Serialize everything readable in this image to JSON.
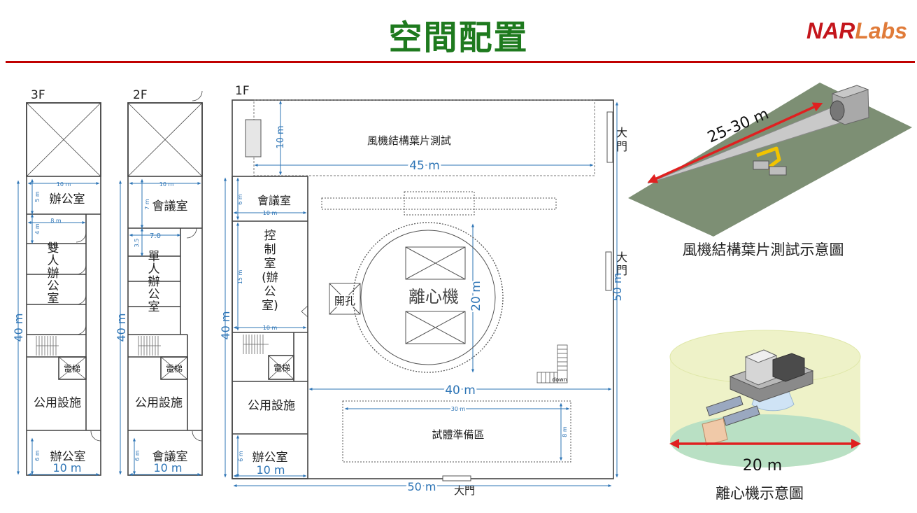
{
  "header": {
    "title": "空間配置",
    "logo_nar": "NAR",
    "logo_labs": "Labs"
  },
  "colors": {
    "title": "#1e7a1e",
    "rule": "#c00000",
    "dimension": "#2e75b6",
    "wall": "#444444",
    "red_arrow": "#e02020",
    "yellow": "#f2c400",
    "ground": "#7d8f74",
    "pit_green": "#b9e0c4"
  },
  "floor3": {
    "label": "3F",
    "office_top": "辦公室",
    "dual_office": [
      "雙",
      "人",
      "辦",
      "公",
      "室"
    ],
    "elevator": "電梯",
    "facilities": "公用設施",
    "office_bottom": "辦公室",
    "dim_height": "40 m",
    "dim_width": "10 m",
    "dim_top": "10 m",
    "dim_5m": "5 m",
    "dim_8m": "8 m",
    "dim_4m": "4 m",
    "dim_6m": "6 m"
  },
  "floor2": {
    "label": "2F",
    "meeting_top": "會議室",
    "single_office": [
      "單",
      "人",
      "辦",
      "公",
      "室"
    ],
    "elevator": "電梯",
    "facilities": "公用設施",
    "meeting_bottom": "會議室",
    "dim_height": "40 m",
    "dim_width": "10 m",
    "dim_top": "10 m",
    "dim_7m": "7 m",
    "dim_70": "7.0",
    "dim_35": "3.5",
    "dim_6m": "6 m"
  },
  "floor1": {
    "label": "1F",
    "blade_test": "風機結構葉片測試",
    "dim_45": "45 m",
    "dim_10v": "10 m",
    "gate_right_top": [
      "大",
      "門"
    ],
    "gate_right_mid": [
      "大",
      "門"
    ],
    "meeting": "會議室",
    "dim_6m_meeting": "6 m",
    "dim_10_meeting": "10 m",
    "control": [
      "控",
      "制",
      "室",
      "(辦",
      "公",
      "室)"
    ],
    "dim_15": "15 m",
    "dim_10_control": "10 m",
    "opening": "開孔",
    "centrifuge": "離心機",
    "dim_20": "20 m",
    "dim_50_right": "50 m",
    "dim_40_left": "40 m",
    "elevator": "電梯",
    "facilities": "公用設施",
    "dim_40_mid": "40 m",
    "down": "down",
    "prep_area": "試體準備區",
    "dim_30": "30 m",
    "dim_8m": "8 m",
    "office": "辦公室",
    "dim_6m_office": "6 m",
    "dim_10_office": "10 m",
    "dim_50_bottom": "50 m",
    "gate_bottom": "大門"
  },
  "illustrations": {
    "blade_length": "25-30 m",
    "blade_caption": "風機結構葉片測試示意圖",
    "centrifuge_dim": "20 m",
    "centrifuge_caption": "離心機示意圖"
  }
}
